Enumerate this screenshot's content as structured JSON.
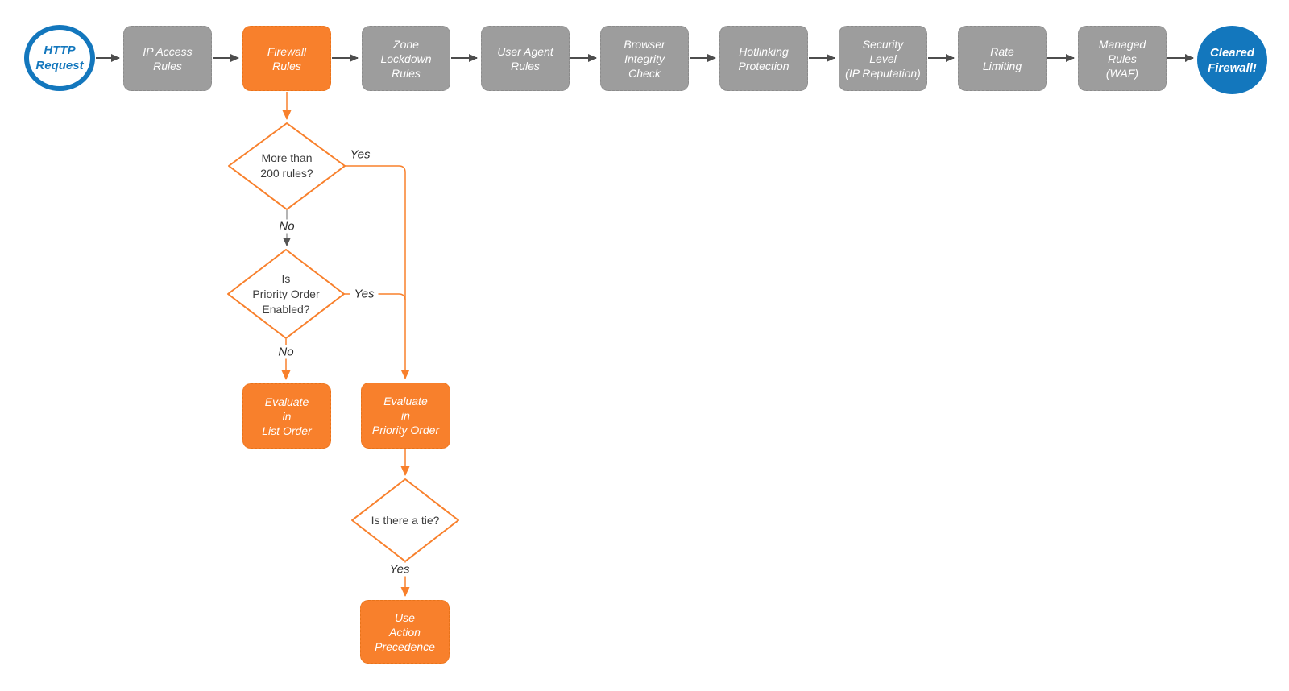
{
  "diagram": {
    "pipeline": [
      {
        "id": "http-request",
        "label": "HTTP\nRequest"
      },
      {
        "id": "ip-access-rules",
        "label": "IP Access\nRules"
      },
      {
        "id": "firewall-rules",
        "label": "Firewall\nRules"
      },
      {
        "id": "zone-lockdown-rules",
        "label": "Zone\nLockdown\nRules"
      },
      {
        "id": "user-agent-rules",
        "label": "User Agent\nRules"
      },
      {
        "id": "browser-integrity-check",
        "label": "Browser\nIntegrity\nCheck"
      },
      {
        "id": "hotlinking-protection",
        "label": "Hotlinking\nProtection"
      },
      {
        "id": "security-level",
        "label": "Security\nLevel\n(IP Reputation)"
      },
      {
        "id": "rate-limiting",
        "label": "Rate\nLimiting"
      },
      {
        "id": "managed-rules-waf",
        "label": "Managed\nRules\n(WAF)"
      },
      {
        "id": "cleared-firewall",
        "label": "Cleared\nFirewall!"
      }
    ],
    "decisions": {
      "more_than_200_rules": {
        "question": "More than\n200 rules?",
        "yes_label": "Yes",
        "no_label": "No"
      },
      "priority_order_enabled": {
        "question": "Is\nPriority Order\nEnabled?",
        "yes_label": "Yes",
        "no_label": "No"
      },
      "is_there_a_tie": {
        "question": "Is there a tie?",
        "yes_label": "Yes"
      }
    },
    "actions": {
      "evaluate_list_order": "Evaluate\nin\nList Order",
      "evaluate_priority_order": "Evaluate\nin\nPriority Order",
      "use_action_precedence": "Use\nAction\nPrecedence"
    },
    "colors": {
      "accent_orange": "#f8802c",
      "node_gray": "#9d9d9d",
      "accent_blue": "#1377bd",
      "connector_gray": "#4d4d4d"
    }
  }
}
